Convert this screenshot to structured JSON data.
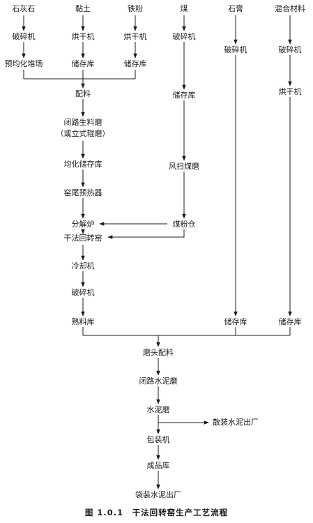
{
  "diagram": {
    "sources": {
      "limestone": "石灰石",
      "clay": "黏土",
      "iron_powder": "铁粉",
      "coal": "煤",
      "gypsum": "石膏",
      "mixed_material": "混合材料"
    },
    "limestone_chain": {
      "crusher": "破碎机",
      "prehomogenization": "预均化堆场"
    },
    "clay_chain": {
      "dryer": "烘干机",
      "storage": "储存库"
    },
    "iron_chain": {
      "dryer": "烘干机",
      "storage": "储存库"
    },
    "coal_chain": {
      "crusher": "破碎机",
      "storage": "储存库",
      "mill": "风扫煤磨",
      "bin": "煤粉仓"
    },
    "gypsum_chain": {
      "crusher": "破碎机",
      "storage": "储存库"
    },
    "mixed_chain": {
      "crusher": "破碎机",
      "dryer": "烘干机",
      "storage": "储存库"
    },
    "main_chain": {
      "batching": "配料",
      "raw_mill_line1": "闭路生料磨",
      "raw_mill_line2": "（或立式辊磨）",
      "homogenizing": "均化储存库",
      "preheater": "窑尾预热器",
      "calciner": "分解炉",
      "kiln": "干法回转窑",
      "cooler": "冷却机",
      "clinker_crusher": "破碎机",
      "clinker_storage": "熟料库"
    },
    "cement_chain": {
      "batching": "磨头配料",
      "closed_mill": "闭路水泥磨",
      "cement_mill": "水泥磨",
      "bulk_out": "散装水泥出厂",
      "packer": "包装机",
      "product_storage": "成品库",
      "bagged_out": "袋装水泥出厂"
    },
    "caption": "图 1.0.1　干法回转窑生产工艺流程"
  }
}
